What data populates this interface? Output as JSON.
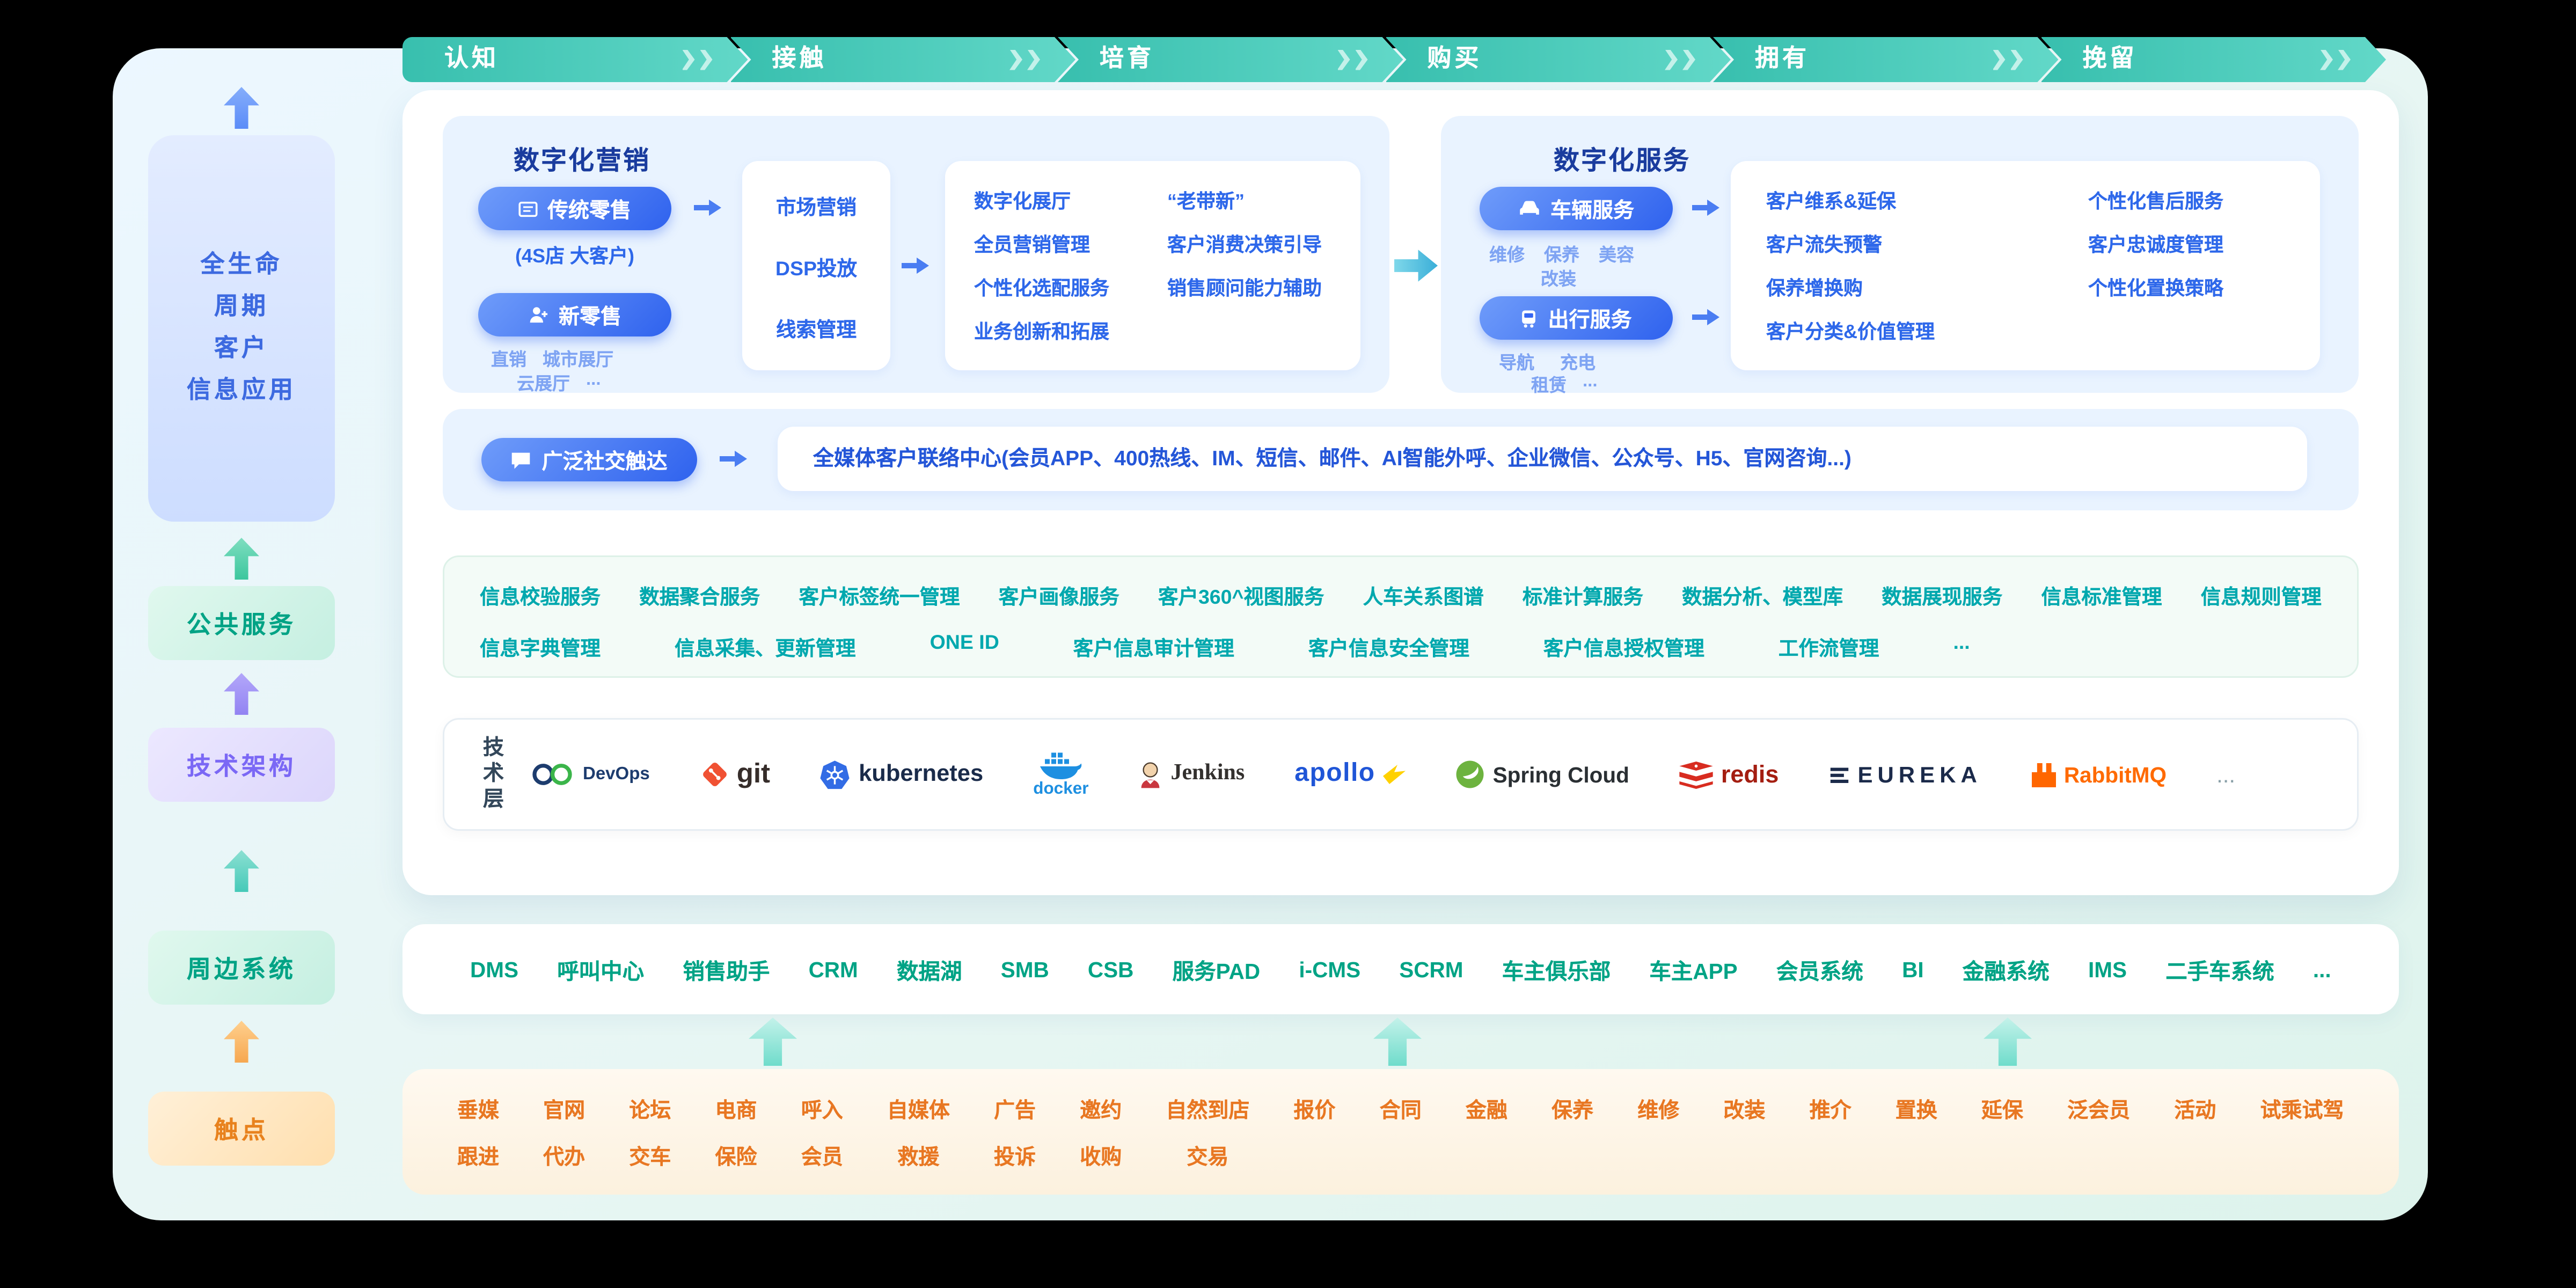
{
  "header": {
    "stages": [
      "认知",
      "接触",
      "培育",
      "购买",
      "拥有",
      "挽留"
    ]
  },
  "left_rail": {
    "lifecycle_lines": [
      "全生命",
      "周期",
      "客户",
      "信息应用"
    ],
    "public_services_label": "公共服务",
    "tech_arch_label": "技术架构",
    "peripheral_label": "周边系统",
    "touchpoint_label": "触点"
  },
  "marketing": {
    "title": "数字化营销",
    "traditional_label": "传统零售",
    "traditional_sub": "(4S店  大客户)",
    "new_retail_label": "新零售",
    "new_retail_subs_line1": [
      "直销",
      "城市展厅"
    ],
    "new_retail_subs_line2": [
      "云展厅",
      "..."
    ],
    "funnel": [
      "市场营销",
      "DSP投放",
      "线索管理"
    ],
    "cap_col1": [
      "数字化展厅",
      "全员营销管理",
      "个性化选配服务",
      "业务创新和拓展"
    ],
    "cap_col2": [
      "“老带新”",
      "客户消费决策引导",
      "销售顾问能力辅助"
    ]
  },
  "service": {
    "title": "数字化服务",
    "vehicle_label": "车辆服务",
    "vehicle_subs_line1": [
      "维修",
      "保养",
      "美容"
    ],
    "vehicle_subs_line2": [
      "改装"
    ],
    "travel_label": "出行服务",
    "travel_subs_line1": [
      "导航",
      "充电"
    ],
    "travel_subs_line2": [
      "租赁",
      "..."
    ],
    "cap_col1": [
      "客户维系&延保",
      "客户流失预警",
      "保养增换购",
      "客户分类&价值管理"
    ],
    "cap_col2": [
      "个性化售后服务",
      "客户忠诚度管理",
      "个性化置换策略"
    ]
  },
  "social": {
    "label": "广泛社交触达",
    "content": "全媒体客户联络中心(会员APP、400热线、IM、短信、邮件、AI智能外呼、企业微信、公众号、H5、官网咨询...)"
  },
  "public_services": {
    "row1": [
      "信息校验服务",
      "数据聚合服务",
      "客户标签统一管理",
      "客户画像服务",
      "客户360^视图服务",
      "人车关系图谱",
      "标准计算服务",
      "数据分析、模型库",
      "数据展现服务",
      "信息标准管理",
      "信息规则管理"
    ],
    "row2": [
      "信息字典管理",
      "信息采集、更新管理",
      "ONE ID",
      "客户信息审计管理",
      "客户信息安全管理",
      "客户信息授权管理",
      "工作流管理",
      "..."
    ]
  },
  "tech": {
    "label": "技术层",
    "logos": {
      "devops": "DevOps",
      "git": "git",
      "kubernetes": "kubernetes",
      "docker": "docker",
      "jenkins": "Jenkins",
      "apollo": "apollo",
      "spring": "Spring Cloud",
      "redis": "redis",
      "eureka": "EUREKA",
      "rabbitmq": "RabbitMQ",
      "more": "..."
    }
  },
  "peripheral_systems": [
    "DMS",
    "呼叫中心",
    "销售助手",
    "CRM",
    "数据湖",
    "SMB",
    "CSB",
    "服务PAD",
    "i-CMS",
    "SCRM",
    "车主俱乐部",
    "车主APP",
    "会员系统",
    "BI",
    "金融系统",
    "IMS",
    "二手车系统",
    "..."
  ],
  "touchpoints": {
    "row1": [
      "垂媒",
      "官网",
      "论坛",
      "电商",
      "呼入",
      "自媒体",
      "广告",
      "邀约",
      "自然到店",
      "报价",
      "合同",
      "金融",
      "保养",
      "维修",
      "改装",
      "推介",
      "置换",
      "延保",
      "泛会员",
      "活动",
      "试乘试驾"
    ],
    "row2": [
      "跟进",
      "代办",
      "交车",
      "保险",
      "会员",
      "救援",
      "投诉",
      "收购",
      "交易"
    ]
  }
}
